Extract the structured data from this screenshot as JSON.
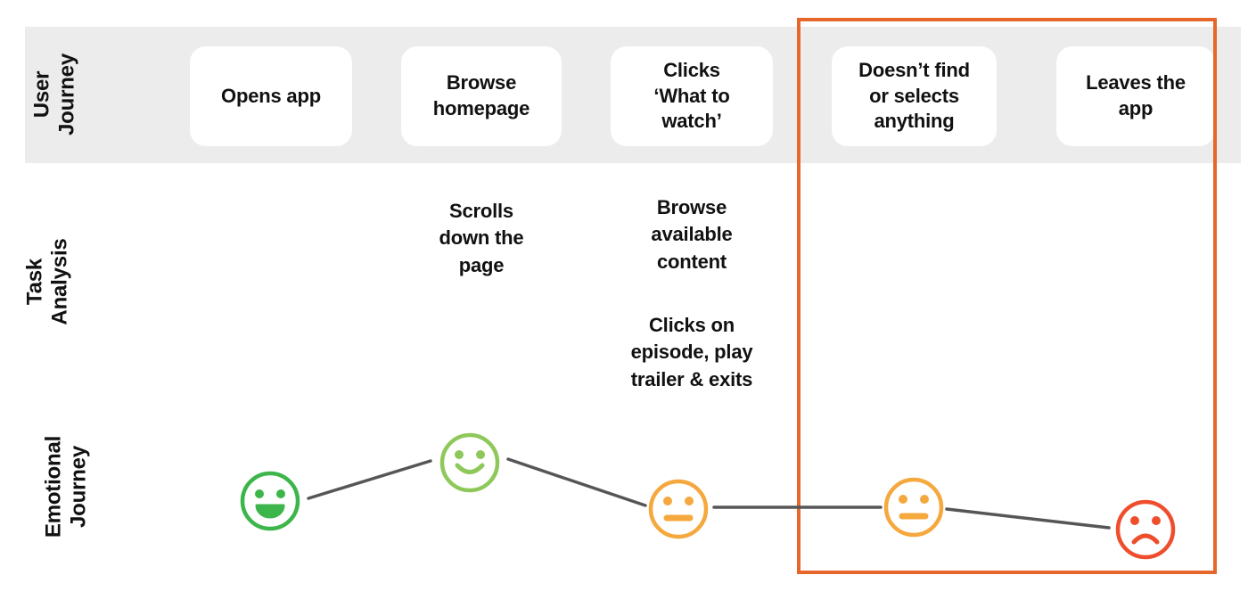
{
  "rows": {
    "user_journey": "User Journey",
    "task_analysis": "Task Analysis",
    "emotional_journey": "Emotional Journey"
  },
  "journey_steps": [
    {
      "label": "Opens app"
    },
    {
      "label": "Browse homepage"
    },
    {
      "label": "Clicks ‘What to watch’"
    },
    {
      "label": "Doesn’t find or selects anything"
    },
    {
      "label": "Leaves the app"
    }
  ],
  "task_notes": [
    {
      "label": "Scrolls down the page"
    },
    {
      "label": "Browse available content"
    },
    {
      "label": "Clicks on episode, play trailer & exits"
    }
  ],
  "emotional_journey": {
    "points": [
      {
        "mood": "very-happy",
        "color": "#3cb54a"
      },
      {
        "mood": "happy",
        "color": "#8fc85a"
      },
      {
        "mood": "neutral",
        "color": "#f5a83d"
      },
      {
        "mood": "neutral",
        "color": "#f5a83d"
      },
      {
        "mood": "sad",
        "color": "#ef4e2d"
      }
    ],
    "connector_color": "#565659"
  },
  "highlight_box": {
    "border_color": "#e5672b"
  },
  "colors": {
    "band_background": "#ececec",
    "card_background": "#ffffff",
    "text": "#111111"
  }
}
